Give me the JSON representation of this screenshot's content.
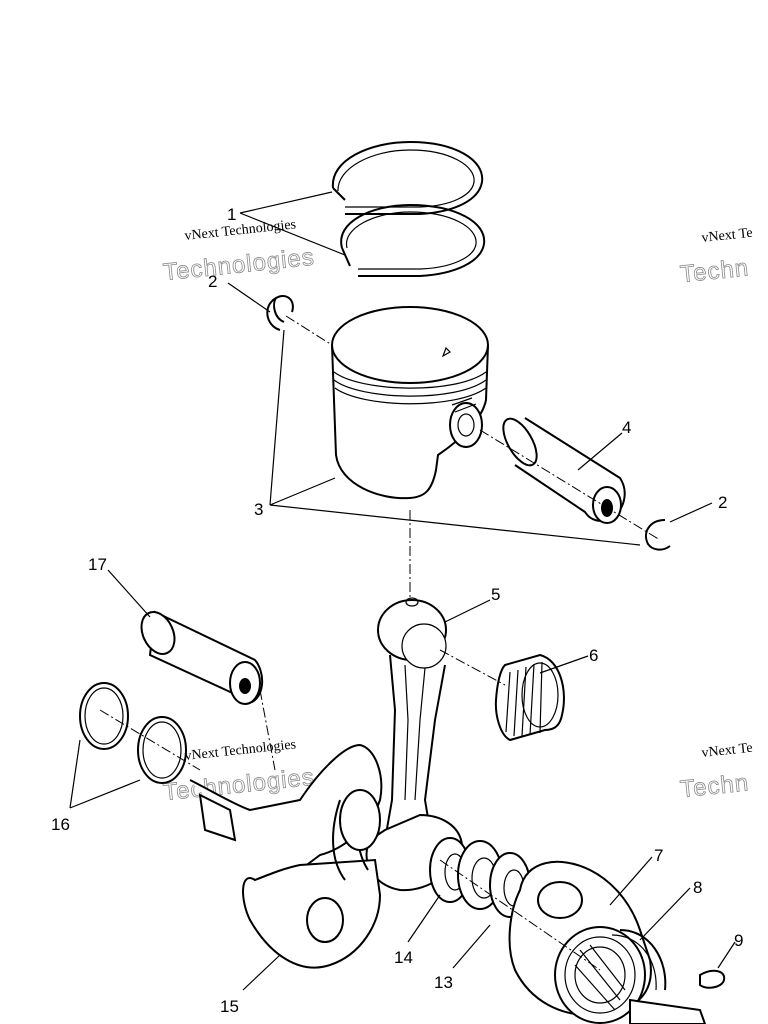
{
  "callouts": {
    "c1": "1",
    "c2a": "2",
    "c2b": "2",
    "c3": "3",
    "c4": "4",
    "c5": "5",
    "c6": "6",
    "c7": "7",
    "c8": "8",
    "c9": "9",
    "c13": "13",
    "c14": "14",
    "c15": "15",
    "c16": "16",
    "c17": "17"
  },
  "watermarks": [
    {
      "line1": "vNext Technologies",
      "line2": "Technologies"
    },
    {
      "line1": "vNext Technologies",
      "line2": "Technologies"
    },
    {
      "line1": "vNext Te",
      "line2": "Techn"
    },
    {
      "line1": "vNext Te",
      "line2": "Techn"
    }
  ],
  "parts": [
    "piston-ring",
    "circlip",
    "piston",
    "piston-pin",
    "connecting-rod",
    "needle-bearing",
    "main-bearing",
    "oil-seal",
    "woodruff-key",
    "thrust-washer",
    "crank-bearing",
    "crankshaft",
    "shim",
    "crank-pin"
  ]
}
